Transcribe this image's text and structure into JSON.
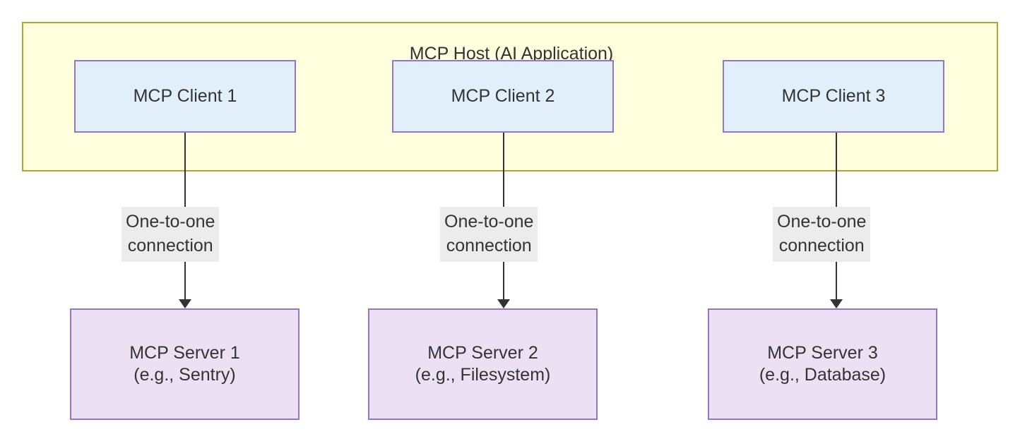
{
  "diagram": {
    "title": "MCP Host (AI Application)",
    "host": {
      "label": "MCP Host (AI Application)",
      "fill_color": "#ffffde",
      "border_color": "#aaaa33"
    },
    "clients": [
      {
        "label": "MCP Client 1"
      },
      {
        "label": "MCP Client 2"
      },
      {
        "label": "MCP Client 3"
      }
    ],
    "servers": [
      {
        "label": "MCP Server 1",
        "detail": "(e.g., Sentry)"
      },
      {
        "label": "MCP Server 2",
        "detail": "(e.g., Filesystem)"
      },
      {
        "label": "MCP Server 3",
        "detail": "(e.g., Database)"
      }
    ],
    "edges": [
      {
        "label_line1": "One-to-one",
        "label_line2": "connection",
        "from": "MCP Client 1",
        "to": "MCP Server 1"
      },
      {
        "label_line1": "One-to-one",
        "label_line2": "connection",
        "from": "MCP Client 2",
        "to": "MCP Server 2"
      },
      {
        "label_line1": "One-to-one",
        "label_line2": "connection",
        "from": "MCP Client 3",
        "to": "MCP Server 3"
      }
    ],
    "colors": {
      "client_fill": "#e1effa",
      "server_fill": "#ebe0f4",
      "node_border": "#9477c4",
      "edge_stroke": "#333333",
      "edge_label_bg": "#ececec",
      "text": "#333333"
    }
  }
}
